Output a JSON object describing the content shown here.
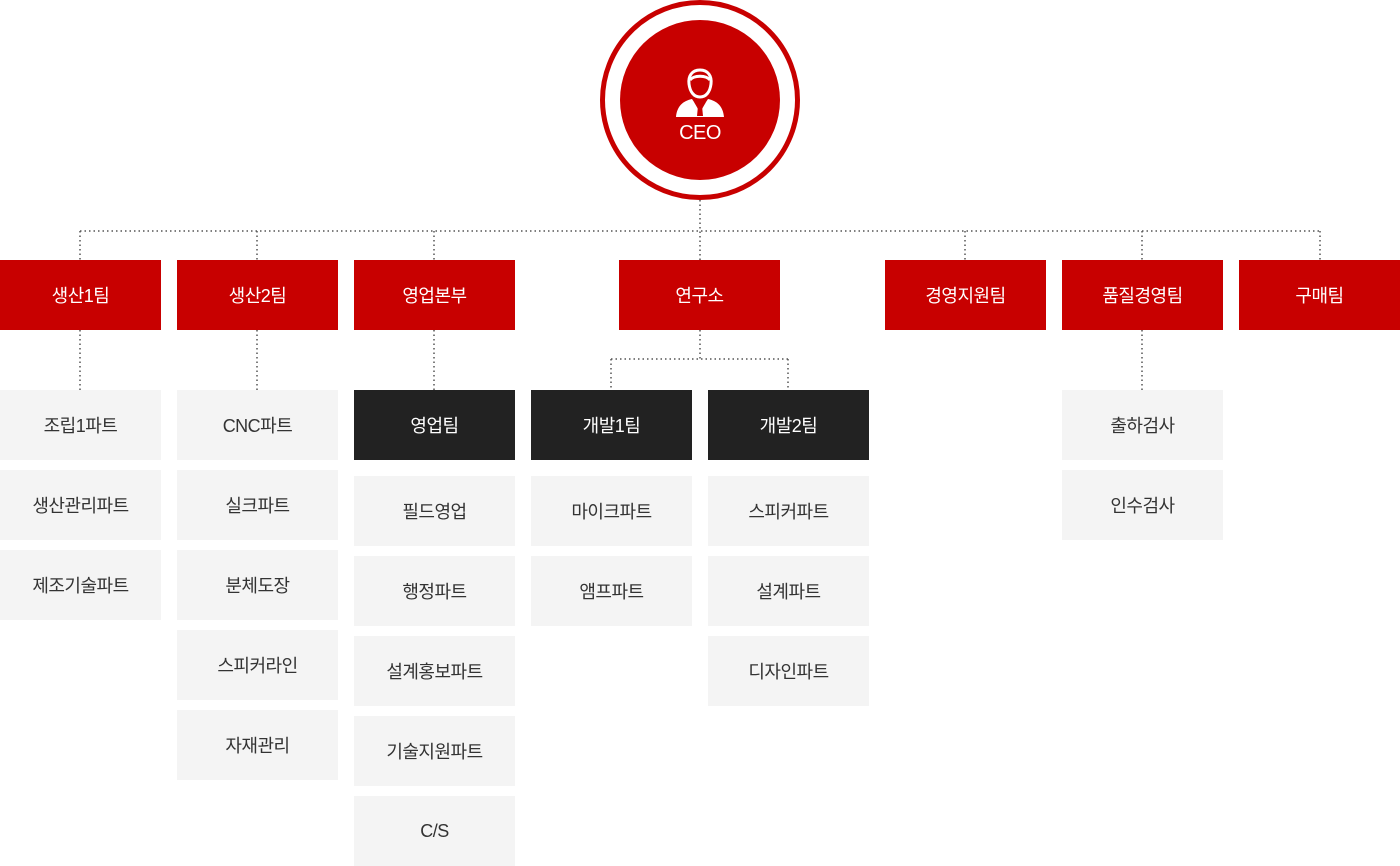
{
  "ceo": {
    "label": "CEO",
    "icon": "person-suit-icon"
  },
  "colors": {
    "accent": "#c80000",
    "team": "#222222",
    "part_bg": "#f4f4f4",
    "part_text": "#333333"
  },
  "departments": [
    {
      "label": "생산1팀",
      "parts": [
        "조립1파트",
        "생산관리파트",
        "제조기술파트"
      ]
    },
    {
      "label": "생산2팀",
      "parts": [
        "CNC파트",
        "실크파트",
        "분체도장",
        "스피커라인",
        "자재관리"
      ]
    },
    {
      "label": "영업본부",
      "team": "영업팀",
      "parts": [
        "필드영업",
        "행정파트",
        "설계홍보파트",
        "기술지원파트",
        "C/S"
      ]
    },
    {
      "label": "연구소",
      "teams": [
        {
          "label": "개발1팀",
          "parts": [
            "마이크파트",
            "앰프파트"
          ]
        },
        {
          "label": "개발2팀",
          "parts": [
            "스피커파트",
            "설계파트",
            "디자인파트"
          ]
        }
      ]
    },
    {
      "label": "경영지원팀"
    },
    {
      "label": "품질경영팀",
      "parts": [
        "출하검사",
        "인수검사"
      ]
    },
    {
      "label": "구매팀"
    }
  ]
}
